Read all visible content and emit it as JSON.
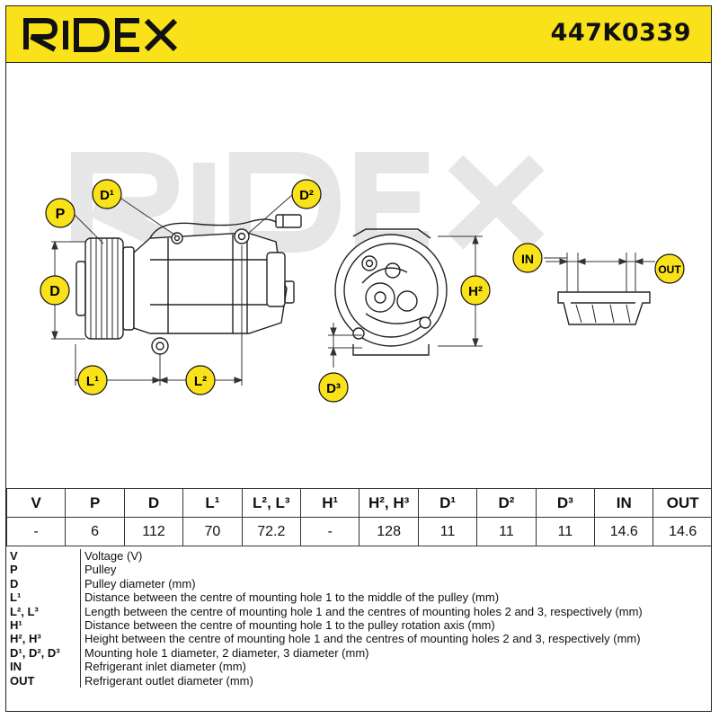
{
  "brand": {
    "name": "RIDEX",
    "color": "#f9e21a"
  },
  "part_number": "447K0339",
  "callouts": {
    "P": "P",
    "D": "D",
    "D1": "D¹",
    "D2": "D²",
    "D3": "D³",
    "L1": "L¹",
    "L2": "L²",
    "H2": "H²",
    "IN": "IN",
    "OUT": "OUT"
  },
  "spec_table": {
    "headers": [
      "V",
      "P",
      "D",
      "L¹",
      "L², L³",
      "H¹",
      "H², H³",
      "D¹",
      "D²",
      "D³",
      "IN",
      "OUT"
    ],
    "values": [
      "-",
      "6",
      "112",
      "70",
      "72.2",
      "-",
      "128",
      "11",
      "11",
      "11",
      "14.6",
      "14.6"
    ]
  },
  "legend": [
    {
      "code": "V",
      "text": "Voltage (V)"
    },
    {
      "code": "P",
      "text": "Pulley"
    },
    {
      "code": "D",
      "text": "Pulley diameter (mm)"
    },
    {
      "code": "L¹",
      "text": "Distance between the centre of mounting hole 1 to the middle of the pulley (mm)"
    },
    {
      "code": "L², L³",
      "text": "Length between the centre of mounting hole 1 and the centres of mounting holes 2 and 3, respectively (mm)"
    },
    {
      "code": "H¹",
      "text": "Distance between the centre of mounting hole 1 to the pulley rotation axis (mm)"
    },
    {
      "code": "H², H³",
      "text": "Height between the centre of mounting hole 1 and the centres of mounting holes 2 and 3, respectively (mm)"
    },
    {
      "code": "D¹, D², D³",
      "text": "Mounting hole 1 diameter, 2 diameter, 3 diameter (mm)"
    },
    {
      "code": "IN",
      "text": "Refrigerant inlet diameter (mm)"
    },
    {
      "code": "OUT",
      "text": "Refrigerant outlet diameter (mm)"
    }
  ]
}
